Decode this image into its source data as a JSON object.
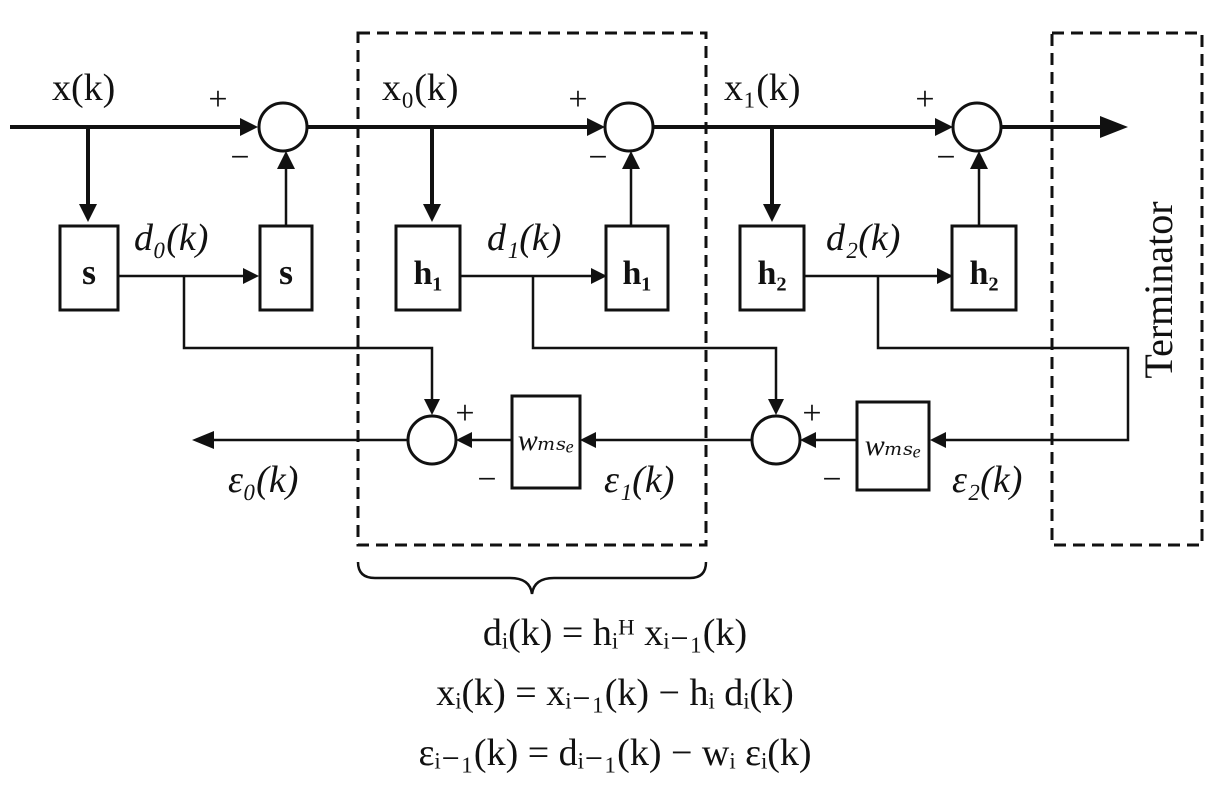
{
  "title": "",
  "signals": {
    "x": "x(k)",
    "x0": "x₀(k)",
    "x1": "x₁(k)",
    "d0": "d₀(k)",
    "d1": "d₁(k)",
    "d2": "d₂(k)",
    "e0": "ε₀(k)",
    "e1": "ε₁(k)",
    "e2": "ε₂(k)"
  },
  "blocks": {
    "s": "s",
    "h1": "h₁",
    "h2": "h₂",
    "w_mse": "wₘₛₑ"
  },
  "signs": {
    "plus": "+",
    "minus": "−"
  },
  "terminator_label": "Terminator",
  "equations": [
    "dᵢ(k) = hᵢᴴ xᵢ₋₁(k)",
    "xᵢ(k) = xᵢ₋₁(k) − hᵢ dᵢ(k)",
    "εᵢ₋₁(k) = dᵢ₋₁(k) − wᵢ εᵢ(k)"
  ]
}
